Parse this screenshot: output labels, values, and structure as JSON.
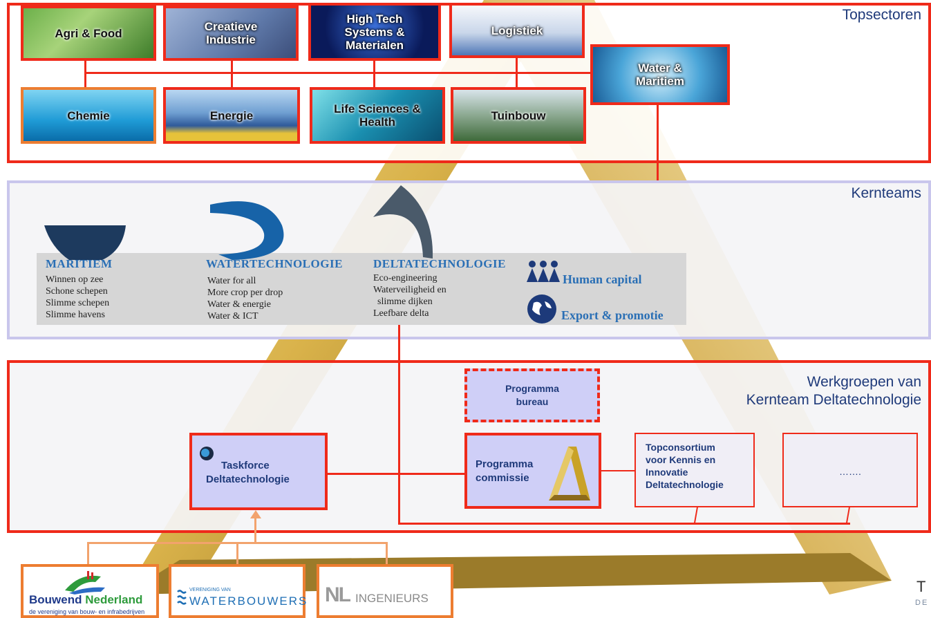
{
  "sections": {
    "topsectoren": "Topsectoren",
    "kernteams": "Kernteams",
    "werkgroepen_line1": "Werkgroepen van",
    "werkgroepen_line2": "Kernteam Deltatechnologie"
  },
  "topsectoren": [
    {
      "label": "Agri & Food"
    },
    {
      "label": "Creatieve Industrie"
    },
    {
      "label": "High Tech Systems & Materialen"
    },
    {
      "label": "Logistiek"
    },
    {
      "label": "Water & Maritiem"
    },
    {
      "label": "Chemie"
    },
    {
      "label": "Energie"
    },
    {
      "label": "Life Sciences & Health"
    },
    {
      "label": "Tuinbouw"
    }
  ],
  "kernteams": {
    "maritiem": {
      "title": "MARITIEM",
      "items": [
        "Winnen op zee",
        "Schone schepen",
        "Slimme schepen",
        "Slimme havens"
      ]
    },
    "watertechnologie": {
      "title": "WATERTECHNOLOGIE",
      "items": [
        "Water for all",
        "More crop per drop",
        "Water & energie",
        "Water & ICT"
      ]
    },
    "deltatechnologie": {
      "title": "DELTATECHNOLOGIE",
      "items": [
        "Eco-engineering",
        "Waterveiligheid en",
        "slimme dijken",
        "Leefbare delta"
      ]
    },
    "human_capital": "Human capital",
    "export": "Export & promotie"
  },
  "werkgroepen": {
    "programma_bureau": [
      "Programma",
      "bureau"
    ],
    "taskforce": [
      "Taskforce",
      "Deltatechnologie"
    ],
    "programma_commissie": [
      "Programma",
      "commissie"
    ],
    "topconsortium": [
      "Topconsortium",
      "voor Kennis en",
      "Innovatie",
      "Deltatechnologie"
    ],
    "ellipsis": "……."
  },
  "partners": {
    "bouwend_nederland": {
      "name_part1": "Bouwend",
      "name_part2": "Nederland",
      "tagline": "de vereniging van bouw- en infrabedrijven"
    },
    "waterbouwers": {
      "small": "VERENIGING VAN",
      "name": "WATERBOUWERS"
    },
    "nl_ingenieurs": {
      "mark": "NL",
      "name": "INGENIEURS"
    }
  },
  "corner_text": {
    "line1": "T",
    "line2": "DE"
  },
  "colors": {
    "accent_red": "#ef2a1a",
    "accent_orange": "#ed7d31",
    "kern_border": "#c9c6ec",
    "title_blue": "#1f3a7a",
    "box_fill": "#cfcff7",
    "gold": "#c9a227"
  }
}
